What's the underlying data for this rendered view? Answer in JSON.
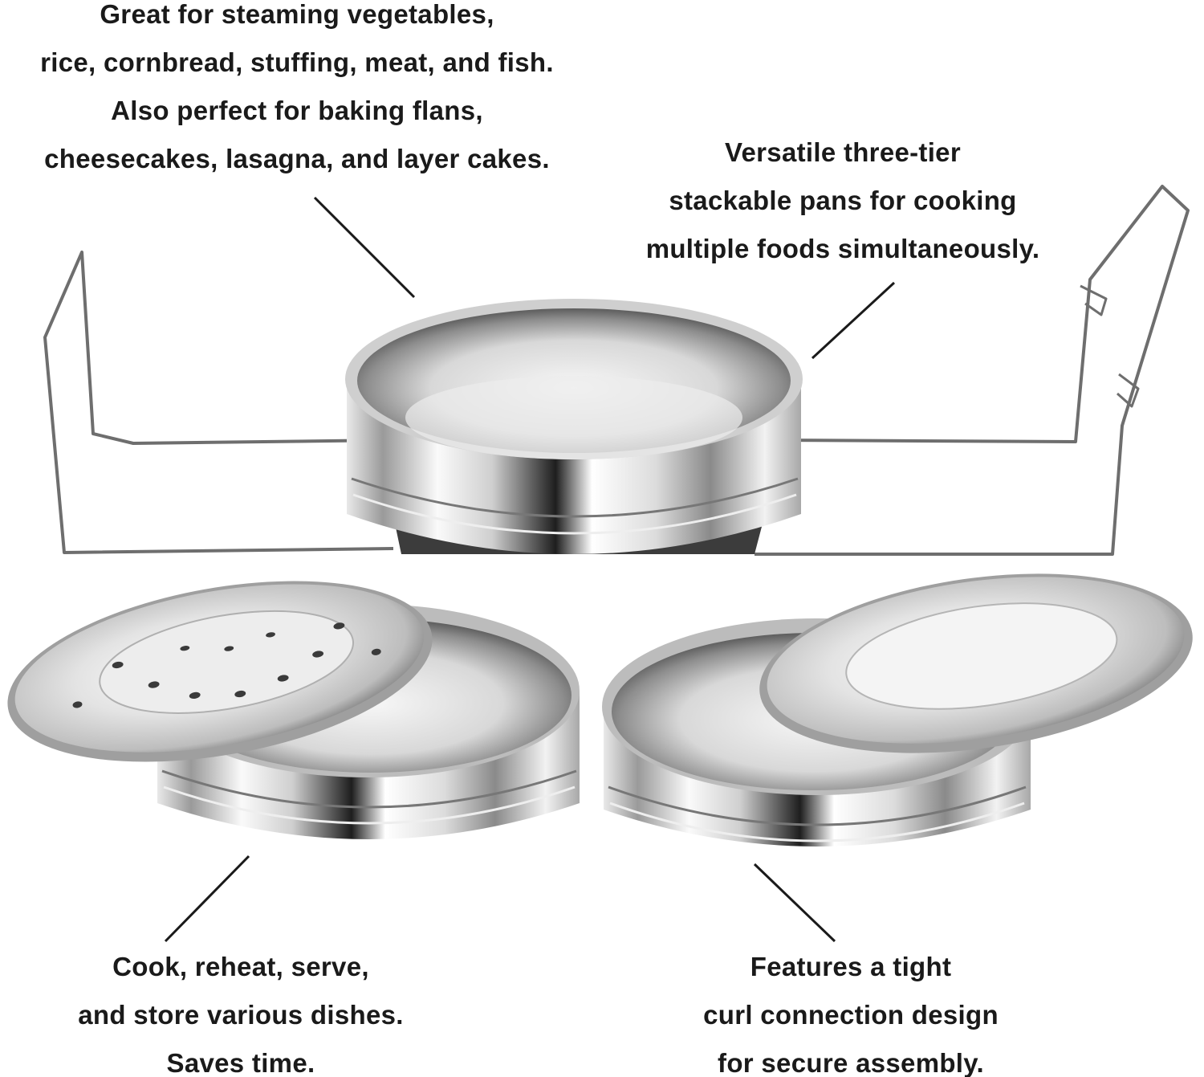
{
  "captions": {
    "top_left": [
      "Great for steaming vegetables,",
      "rice, cornbread, stuffing, meat, and fish.",
      "Also perfect for baking flans,",
      "cheesecakes, lasagna, and layer cakes."
    ],
    "top_right": [
      "Versatile three-tier",
      "stackable pans for cooking",
      "multiple foods simultaneously."
    ],
    "bottom_left": [
      "Cook, reheat, serve,",
      "and store various dishes.",
      "Saves time."
    ],
    "bottom_right": [
      "Features a tight",
      "curl connection design",
      "for secure assembly."
    ]
  },
  "colors": {
    "text": "#1a1a1a",
    "steel_light": "#f4f4f4",
    "steel_mid": "#b8b8b8",
    "steel_dark": "#2a2a2a",
    "wire": "#6e6e6e"
  }
}
